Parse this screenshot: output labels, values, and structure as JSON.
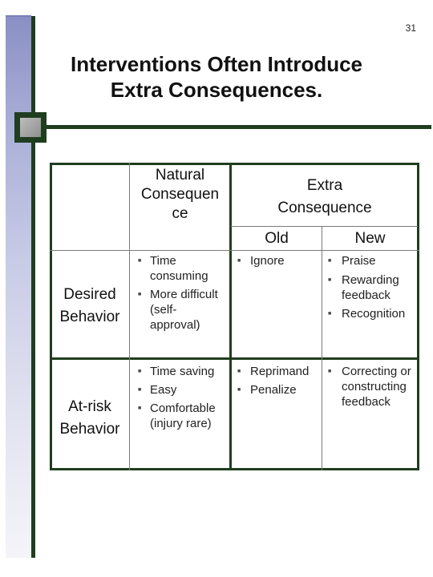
{
  "page_number": "31",
  "title": "Interventions Often Introduce Extra Consequences.",
  "table": {
    "header_natural": "Natural Consequen ce",
    "header_extra": "Extra Consequence",
    "header_old": "Old",
    "header_new": "New",
    "rows": [
      {
        "label": "Desired Behavior",
        "natural": [
          "Time consuming",
          "More difficult (self- approval)"
        ],
        "old": [
          "Ignore"
        ],
        "new": [
          "Praise",
          "Rewarding feedback",
          "Recognition"
        ]
      },
      {
        "label": "At-risk Behavior",
        "natural": [
          "Time saving",
          "Easy",
          "Comfortable (injury rare)"
        ],
        "old": [
          "Reprimand",
          "Penalize"
        ],
        "new": [
          "Correcting or constructing feedback"
        ]
      }
    ]
  }
}
